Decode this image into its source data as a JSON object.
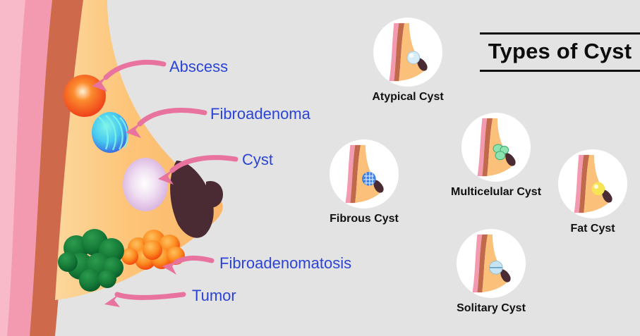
{
  "background_color": "#e3e3e3",
  "header": {
    "title": "Types of Cyst",
    "rule_color": "#111111"
  },
  "anatomy": {
    "label_color": "#2b44d6",
    "arrow_color": "#e8739e",
    "skin_color": "#fbc07a",
    "chest_pink": "#f49ab0",
    "chest_muscle": "#ce6a4b",
    "nipple_color": "#4a2b33",
    "callouts": [
      {
        "label": "Abscess",
        "lesion": "abscess",
        "color": "#f04a1e"
      },
      {
        "label": "Fibroadenoma",
        "lesion": "fibroadenoma",
        "color": "#3fa9f5"
      },
      {
        "label": "Cyst",
        "lesion": "cyst",
        "color": "#d7b4dd"
      },
      {
        "label": "Fibroadenomatosis",
        "lesion": "fibroadenomatosis",
        "color": "#f97316"
      },
      {
        "label": "Tumor",
        "lesion": "tumor",
        "color": "#106b33"
      }
    ]
  },
  "cyst_types": [
    {
      "name": "Atypical Cyst",
      "cyst_color": "#cfe6f7",
      "cyst_style": "rounded-pale-blue"
    },
    {
      "name": "Fibrous Cyst",
      "cyst_color": "#3f7fe0",
      "cyst_style": "segmented-blue"
    },
    {
      "name": "Multicelular Cyst",
      "cyst_color": "#7fd9a6",
      "cyst_style": "multi-lobed-green"
    },
    {
      "name": "Fat Cyst",
      "cyst_color": "#f5e05a",
      "cyst_style": "round-yellow"
    },
    {
      "name": "Solitary Cyst",
      "cyst_color": "#bfe0f0",
      "cyst_style": "fluid-level-blue"
    }
  ]
}
